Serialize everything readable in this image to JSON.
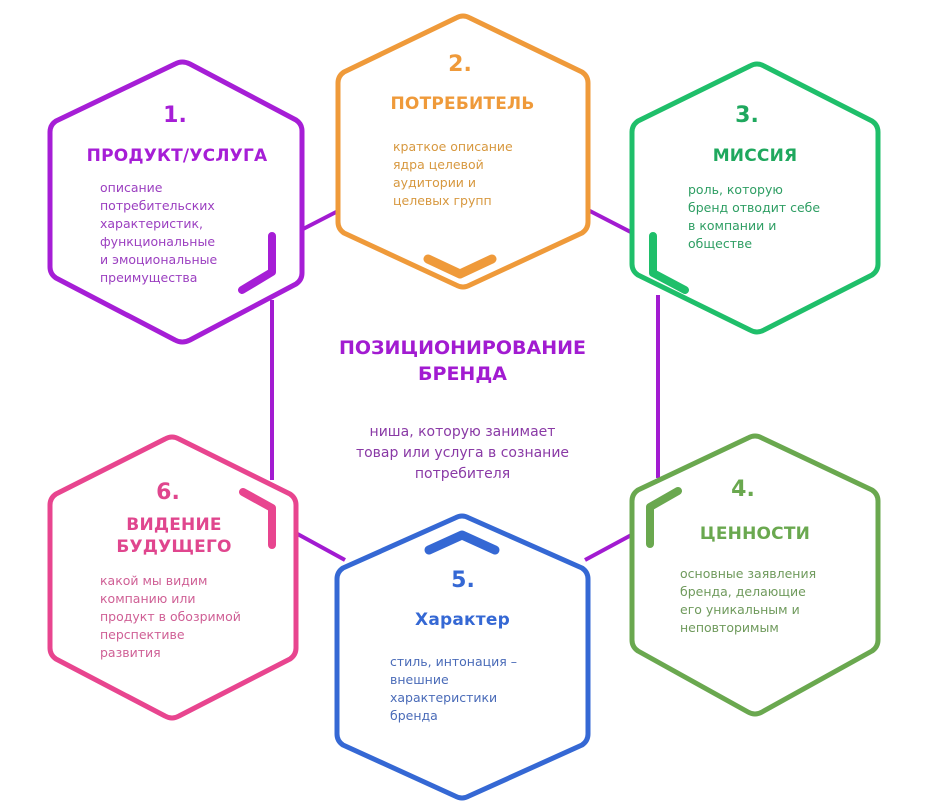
{
  "diagram": {
    "colors": {
      "center": "#a21bd1",
      "connector": "#a21bd1",
      "product": "#a61ed6",
      "consumer": "#ef9a3a",
      "mission": "#1fbf6a",
      "values": "#6aa84f",
      "character": "#3568d4",
      "vision": "#e8458f"
    },
    "center": {
      "title_line1": "ПОЗИЦИОНИРОВАНИЕ",
      "title_line2": "БРЕНДА",
      "desc_line1": "ниша, которую занимает",
      "desc_line2": "товар или услуга в сознание",
      "desc_line3": "потребителя"
    },
    "nodes": [
      {
        "number": "1.",
        "title": "ПРОДУКТ/УСЛУГА",
        "lines": [
          "описание",
          "потребительских",
          "характеристик,",
          "функциональные",
          "и эмоциональные",
          "преимущества"
        ]
      },
      {
        "number": "2.",
        "title": "ПОТРЕБИТЕЛЬ",
        "lines": [
          "краткое описание",
          "ядра целевой",
          "аудитории и",
          "целевых групп"
        ]
      },
      {
        "number": "3.",
        "title": "МИССИЯ",
        "lines": [
          "роль, которую",
          "бренд отводит себе",
          "в компании и",
          "обществе"
        ]
      },
      {
        "number": "4.",
        "title": "ЦЕННОСТИ",
        "lines": [
          "основные заявления",
          "бренда, делающие",
          "его уникальным и",
          "неповторимым"
        ]
      },
      {
        "number": "5.",
        "title": "Характер",
        "lines": [
          "стиль, интонация –",
          "внешние",
          "характеристики",
          "бренда"
        ]
      },
      {
        "number": "6.",
        "title_line1": "ВИДЕНИЕ",
        "title_line2": "БУДУЩЕГО",
        "lines": [
          "какой мы видим",
          "компанию или",
          "продукт в обозримой",
          "перспективе",
          "развития"
        ]
      }
    ]
  }
}
